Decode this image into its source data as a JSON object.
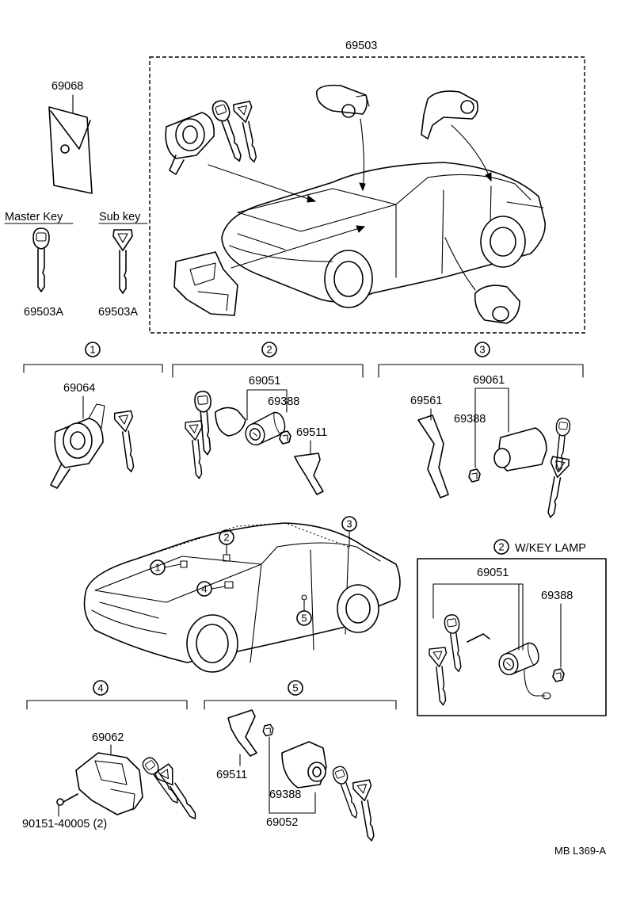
{
  "diagram": {
    "kit_part": "69503",
    "key_case_part": "69068",
    "master_key_title": "Master Key",
    "sub_key_title": "Sub key",
    "master_key_part": "69503A",
    "sub_key_part": "69503A",
    "callouts": [
      "1",
      "2",
      "3",
      "4",
      "5"
    ],
    "group1": {
      "num": "1",
      "cylinder": "69064"
    },
    "group2": {
      "num": "2",
      "cylinder": "69051",
      "retainer": "69388",
      "clip": "69511"
    },
    "group3": {
      "num": "3",
      "cylinder": "69061",
      "spring": "69561",
      "retainer": "69388"
    },
    "group2_lamp": {
      "num": "2",
      "title": "W/KEY LAMP",
      "cylinder": "69051",
      "retainer": "69388"
    },
    "group4": {
      "num": "4",
      "cylinder": "69062",
      "screw": "90151-40005 (2)"
    },
    "group5": {
      "num": "5",
      "clip": "69511",
      "retainer": "69388",
      "cylinder": "69052"
    },
    "ref_code": "MB L369-A"
  }
}
